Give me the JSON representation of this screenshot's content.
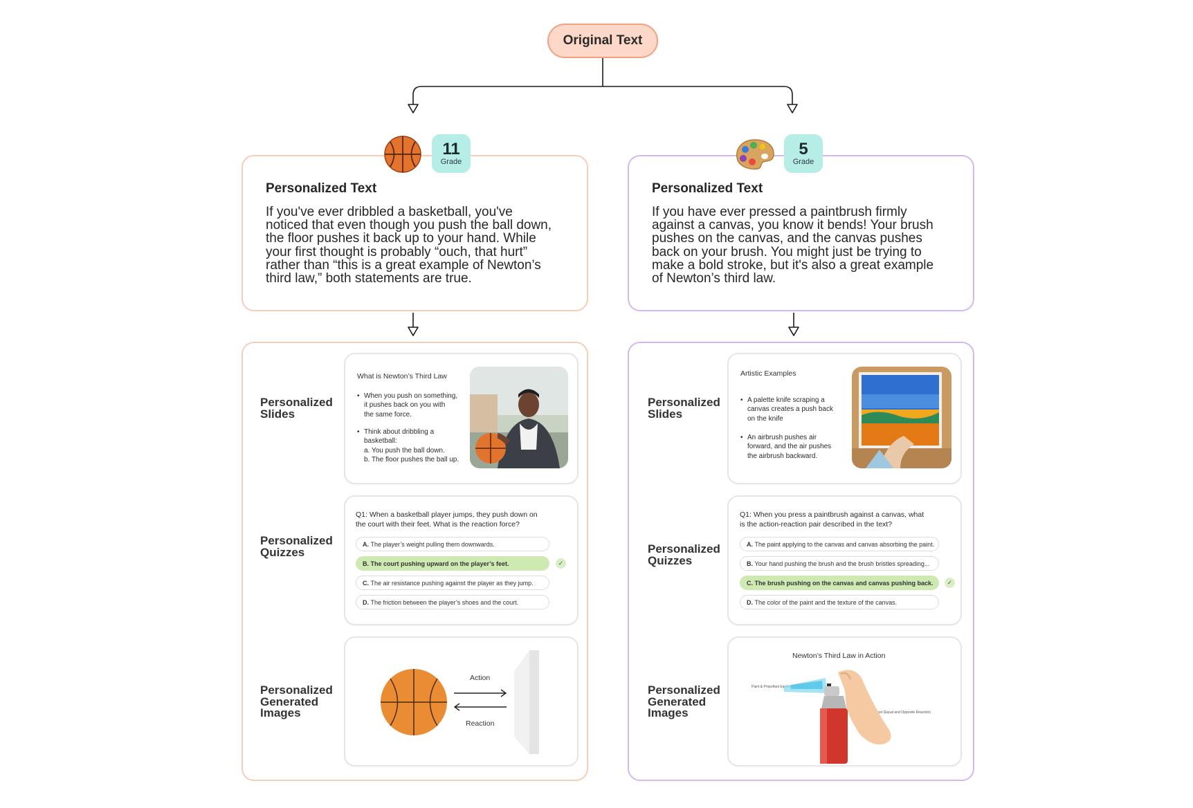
{
  "root": {
    "label": "Original Text"
  },
  "left": {
    "grade": {
      "number": "11",
      "label": "Grade"
    },
    "icon": "basketball-icon",
    "personalized_text": {
      "title": "Personalized Text",
      "lines": [
        "If you've ever dribbled a basketball, you've",
        "noticed that even though you push the ball down,",
        "the floor pushes it back up to your hand. While",
        "your first thought is probably “ouch, that hurt”",
        "rather than “this is a great example of Newton’s",
        "third law,” both statements are true."
      ]
    },
    "labels": {
      "slides": [
        "Personalized",
        "Slides"
      ],
      "quizzes": [
        "Personalized",
        "Quizzes"
      ],
      "images": [
        "Personalized",
        "Generated",
        "Images"
      ]
    },
    "slide": {
      "title": "What is Newton’s Third Law",
      "bullets": [
        [
          "When you push on something,",
          "it pushes back on you with",
          "the same force."
        ],
        [
          "Think about dribbling a",
          "basketball:",
          "a. You push the ball down.",
          "b. The floor pushes the ball up."
        ]
      ]
    },
    "quiz": {
      "question": [
        "Q1: When a basketball player jumps, they push down on",
        "the court with their feet. What is the reaction force?"
      ],
      "options": [
        {
          "key": "A.",
          "text": "The player’s weight pulling them downwards.",
          "correct": false
        },
        {
          "key": "B.",
          "text": "The court pushing upward on the player’s feet.",
          "correct": true
        },
        {
          "key": "C.",
          "text": "The air resistance pushing against the player as they jump.",
          "correct": false
        },
        {
          "key": "D.",
          "text": "The friction between the player’s shoes and the court.",
          "correct": false
        }
      ]
    },
    "image": {
      "action": "Action",
      "reaction": "Reaction"
    }
  },
  "right": {
    "grade": {
      "number": "5",
      "label": "Grade"
    },
    "icon": "paint-palette-icon",
    "personalized_text": {
      "title": "Personalized Text",
      "lines": [
        "If you have ever pressed a paintbrush firmly",
        "against a canvas, you know it bends! Your brush",
        "pushes on the canvas, and the canvas pushes",
        "back on your brush. You might just be trying to",
        "make a bold stroke, but it's also a great example",
        "of Newton’s third law."
      ]
    },
    "labels": {
      "slides": [
        "Personalized",
        "Slides"
      ],
      "quizzes": [
        "Personalized",
        "Quizzes"
      ],
      "images": [
        "Personalized",
        "Generated",
        "Images"
      ]
    },
    "slide": {
      "title": "Artistic Examples",
      "bullets": [
        [
          "A palette knife scraping a",
          "canvas creates a push back",
          "on the knife"
        ],
        [
          "An airbrush pushes air",
          "forward, and the air pushes",
          "the airbrush backward."
        ]
      ]
    },
    "quiz": {
      "question": [
        "Q1: When you press a paintbrush against a canvas, what",
        "is the action-reaction pair described in the text?"
      ],
      "options": [
        {
          "key": "A.",
          "text": "The paint applying to the canvas and canvas absorbing the paint.",
          "correct": false
        },
        {
          "key": "B.",
          "text": "Your hand pushing the brush and the brush bristles spreading...",
          "correct": false
        },
        {
          "key": "C.",
          "text": "The brush pushing on the canvas and canvas pushing back.",
          "correct": true
        },
        {
          "key": "D.",
          "text": "The color of the paint and the texture of the canvas.",
          "correct": false
        }
      ]
    },
    "image": {
      "title": "Newton’s Third Law in Action",
      "action_label": "Paint & Propellant Ejection (Action)",
      "reaction_label": "Thrust (Equal and Opposite Reaction)"
    }
  },
  "colors": {
    "root_fill": "#fdd8c8",
    "orange_border": "#f6cdb9",
    "purple_border": "#d3b9ef",
    "grade_badge": "#b6eee7",
    "correct_option": "#cfe9b3"
  }
}
